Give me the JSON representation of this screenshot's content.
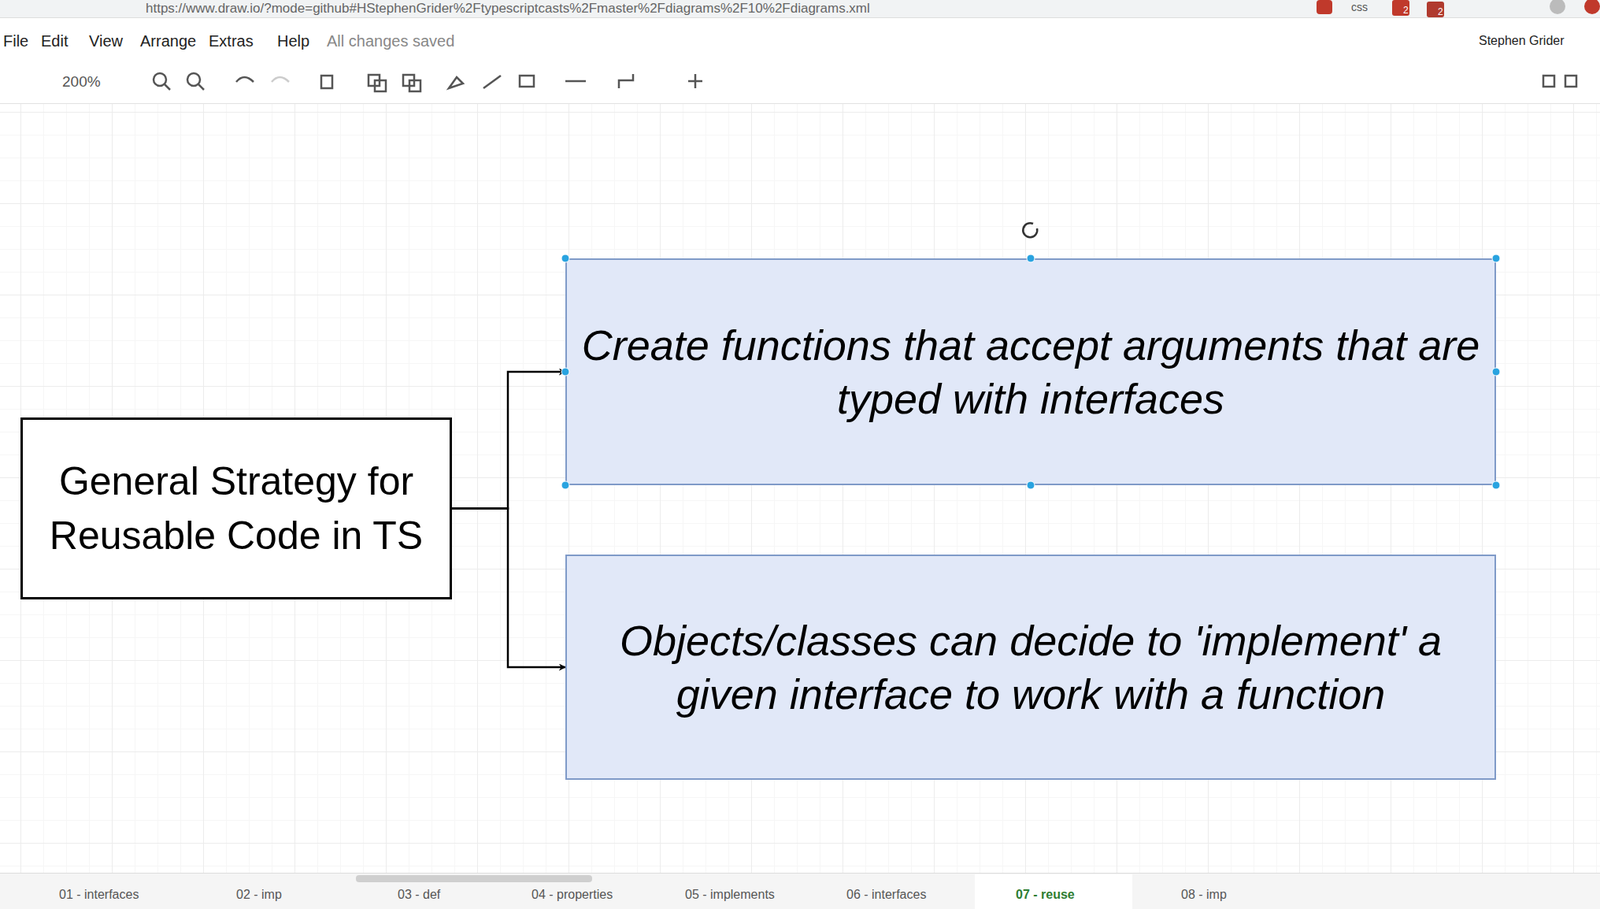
{
  "diagram": {
    "nodes": [
      {
        "text": [
          "General Strategy for Reusable Code in TS"
        ]
      },
      {
        "text": [
          "Create functions that accept arguments that are typed with interfaces"
        ]
      },
      {
        "text": [
          "Objects/classes can decide to 'implement' a given interface to work with a function"
        ]
      }
    ],
    "edges": [
      {
        "from": 0,
        "to": 1,
        "arrow": "to"
      },
      {
        "from": 0,
        "to": 2,
        "arrow": "to"
      }
    ],
    "labels": [
      "https://www.draw.io/?mode=github#HStephenGrider%2Ftypescriptcasts%2Fmaster%2Fdiagrams%2F10%2Fdiagrams.xml",
      "css",
      "2",
      "2",
      "File",
      "Edit",
      "View",
      "Arrange",
      "Extras",
      "Help",
      "All changes saved",
      "Stephen Grider",
      "200%",
      "01 - interfaces",
      "02 - imp",
      "03 - def",
      "04 - properties",
      "05 - implements",
      "06 - interfaces",
      "07 - reuse",
      "08 - imp"
    ]
  }
}
